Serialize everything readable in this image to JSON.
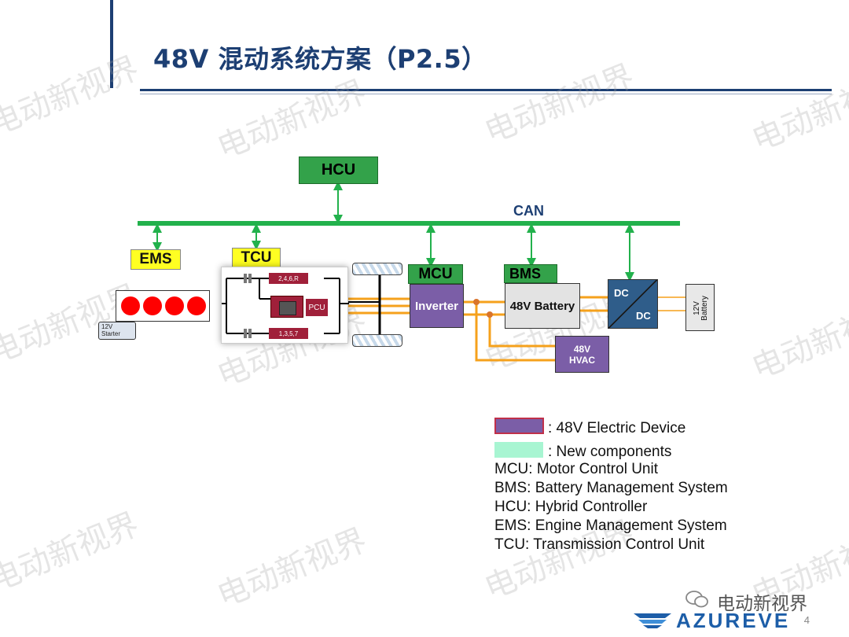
{
  "title": "48V 混动系统方案（P2.5）",
  "watermark": "电动新视界",
  "diagram": {
    "hcu": "HCU",
    "can": "CAN",
    "ems": "EMS",
    "tcu": "TCU",
    "mcu": "MCU",
    "bms": "BMS",
    "inverter": "Inverter",
    "battery48": "48V Battery",
    "dc_top": "DC",
    "dc_bottom": "DC",
    "battery12_line1": "12V",
    "battery12_line2": "Battery",
    "hvac_line1": "48V",
    "hvac_line2": "HVAC",
    "starter_line1": "12V",
    "starter_line2": "Starter",
    "gear_even": "2,4,6,R",
    "gear_odd": "1,3,5,7",
    "pcu": "PCU"
  },
  "legend": {
    "electric_device": ": 48V Electric Device",
    "new_components": ": New components",
    "mcu": "MCU: Motor Control Unit",
    "bms": "BMS: Battery Management System",
    "hcu": "HCU: Hybrid Controller",
    "ems": "EMS: Engine Management System",
    "tcu": "TCU: Transmission Control Unit"
  },
  "colors": {
    "can_bus": "#22b14c",
    "power_line": "#f5a11c",
    "electric_device": "#7b5ea7",
    "new_component": "#a8f5d2",
    "title": "#1d3f73"
  },
  "footer": {
    "wechat": "电动新视界",
    "brand": "AZUREVE",
    "page": "4"
  }
}
